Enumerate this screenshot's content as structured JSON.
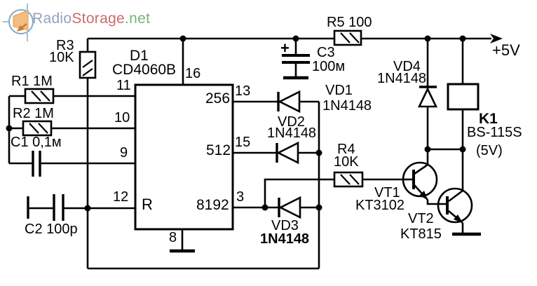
{
  "logo": {
    "radio": "Radio",
    "storage": "Storage",
    "net": ".net"
  },
  "supply": {
    "label": "+5V"
  },
  "ic": {
    "ref": "D1",
    "part": "CD4060B",
    "reset": "R",
    "pin11": "11",
    "pin10": "10",
    "pin9": "9",
    "pin12": "12",
    "pin16": "16",
    "pin8": "8",
    "pin13": "13",
    "pin15": "15",
    "pin3": "3",
    "out256": "256",
    "out512": "512",
    "out8192": "8192"
  },
  "resistors": {
    "r1": "R1 1M",
    "r2": "R2 1M",
    "r3_ref": "R3",
    "r3_value": "10K",
    "r4_ref": "R4",
    "r4_value": "10K",
    "r5": "R5 100"
  },
  "capacitors": {
    "c1": "C1 0,1м",
    "c2": "C2 100p",
    "c3_ref": "C3",
    "c3_value": "100м",
    "c3_polarity": "+"
  },
  "diodes": {
    "vd1_ref": "VD1",
    "vd1_value": "1N4148",
    "vd2_ref": "VD2",
    "vd2_value": "1N4148",
    "vd3_ref": "VD3",
    "vd3_value": "1N4148",
    "vd4_ref": "VD4",
    "vd4_value": "1N4148"
  },
  "transistors": {
    "vt1_ref": "VT1",
    "vt1_value": "KT3102",
    "vt2_ref": "VT2",
    "vt2_value": "KT815"
  },
  "relay": {
    "ref": "K1",
    "part": "BS-115S",
    "voltage": "(5V)"
  },
  "colors": {
    "line": "#000000",
    "logo_radio": "#94a1bb",
    "logo_storage": "#c96b6b",
    "logo_net": "#76b376",
    "logo_icon_ring": "#84a9c9",
    "logo_icon_fill": "#f3bc80",
    "logo_icon_arrow": "#c97d28"
  }
}
